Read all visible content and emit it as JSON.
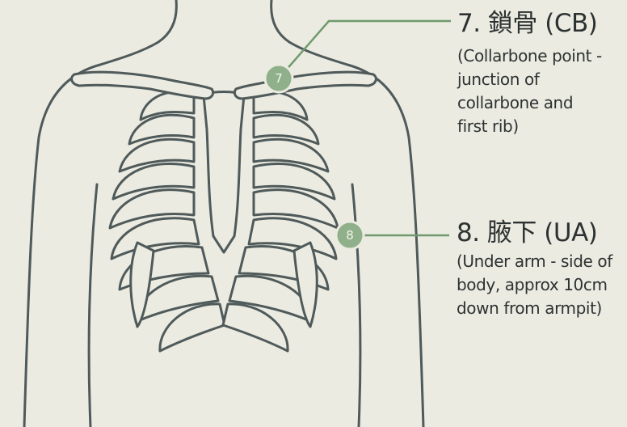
{
  "points": [
    {
      "number": "7",
      "title": "7. 鎖骨 (CB)",
      "description": "(Collarbone point -\njunction of\ncollarbone and\nfirst rib)"
    },
    {
      "number": "8",
      "title": "8. 腋下 (UA)",
      "description": "(Under arm - side of\nbody, approx 10cm\ndown from armpit)"
    }
  ],
  "colors": {
    "background": "#ecebe1",
    "outline": "#4f5a5b",
    "marker_fill": "#8fb08a",
    "leader_line": "#6f9a6c",
    "text": "#2c3232"
  }
}
